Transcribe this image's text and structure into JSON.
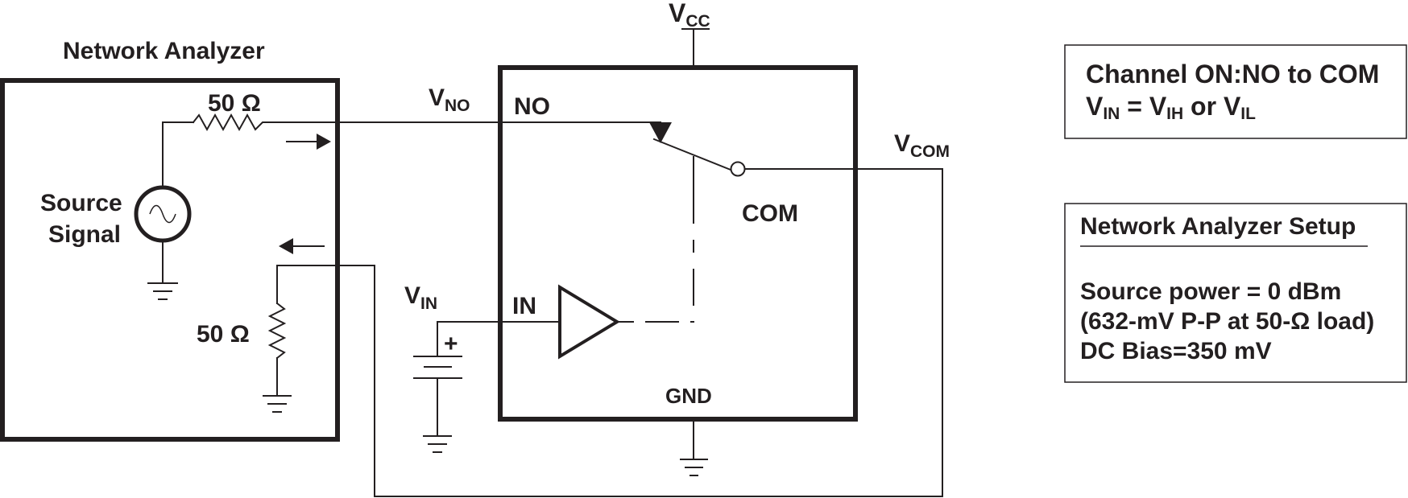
{
  "labels": {
    "network_analyzer": "Network Analyzer",
    "res_top": "50 Ω",
    "res_bottom": "50 Ω",
    "source_line1": "Source",
    "source_line2": "Signal",
    "v_no_main": "V",
    "v_no_sub": "NO",
    "no_pin": "NO",
    "vcc_main": "V",
    "vcc_sub": "CC",
    "vcom_main": "V",
    "vcom_sub": "COM",
    "com_pin": "COM",
    "v_in_main": "V",
    "v_in_sub": "IN",
    "in_pin": "IN",
    "battery_plus": "+",
    "gnd_pin": "GND"
  },
  "note_channel": {
    "line1": "Channel ON:NO to COM",
    "line2_v1": "V",
    "line2_s1": "IN",
    "line2_mid": " = V",
    "line2_s2": "IH",
    "line2_or": " or V",
    "line2_s3": "IL"
  },
  "note_setup": {
    "title": "Network Analyzer Setup",
    "line1": "Source power = 0 dBm",
    "line2": "(632-mV P-P at 50-Ω load)",
    "line3": "DC Bias=350 mV"
  }
}
